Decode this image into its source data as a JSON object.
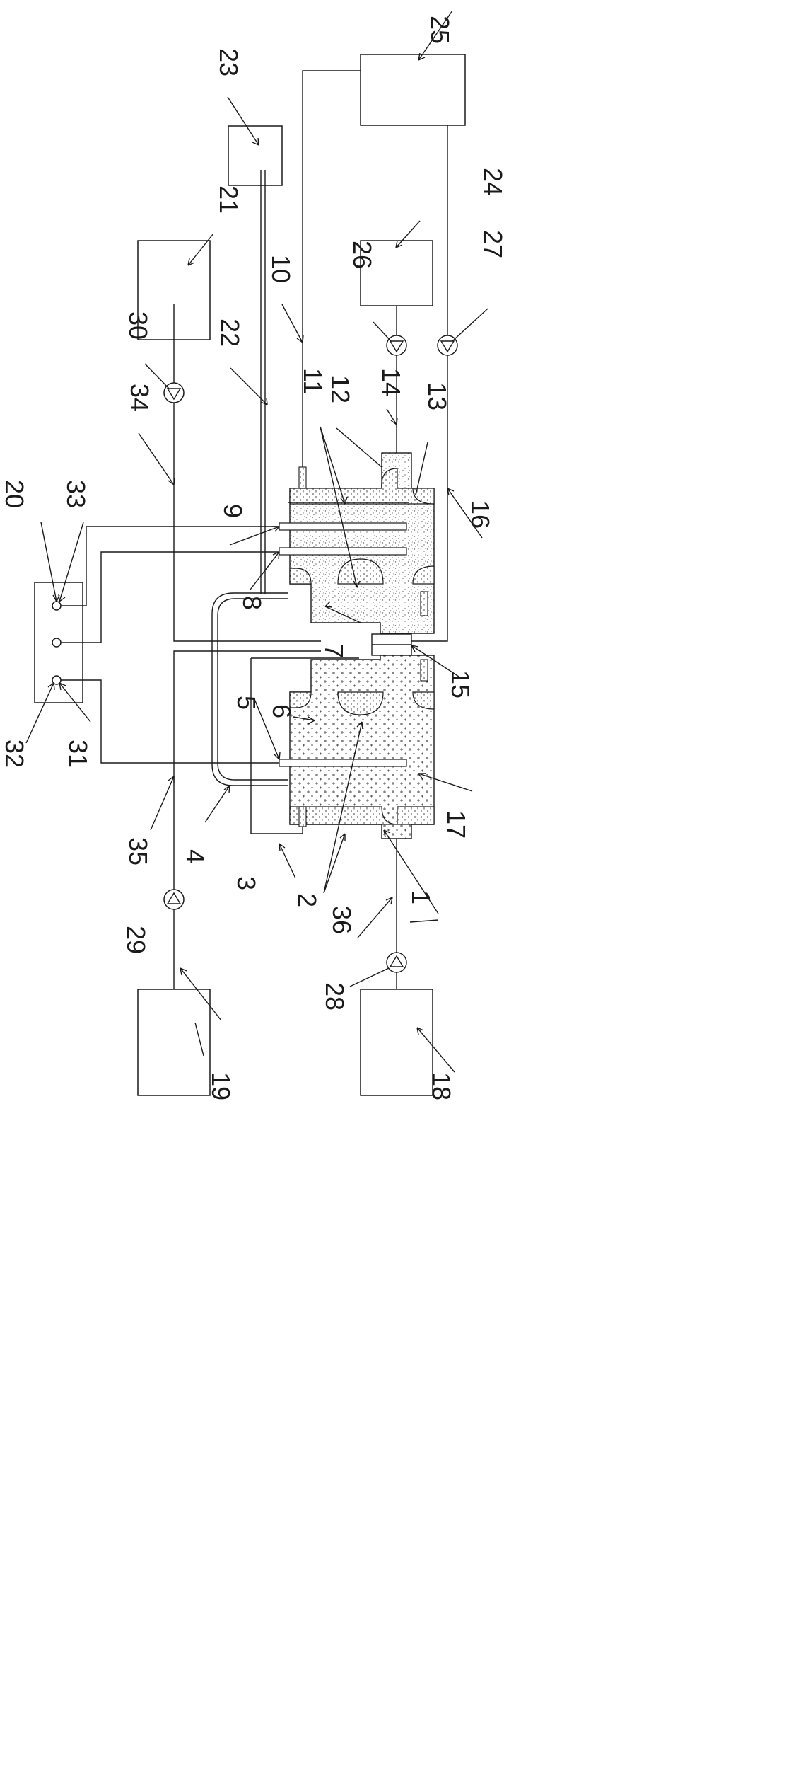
{
  "labels": {
    "n1": "1",
    "n2": "2",
    "n3": "3",
    "n4": "4",
    "n5": "5",
    "n6": "6",
    "n7": "7",
    "n8": "8",
    "n9": "9",
    "n10": "10",
    "n11": "11",
    "n12": "12",
    "n13": "13",
    "n14": "14",
    "n15": "15",
    "n16": "16",
    "n17": "17",
    "n18": "18",
    "n19": "19",
    "n20": "20",
    "n21": "21",
    "n22": "22",
    "n23": "23",
    "n24": "24",
    "n25": "25",
    "n26": "26",
    "n27": "27",
    "n28": "28",
    "n29": "29",
    "n30": "30",
    "n31": "31",
    "n32": "32",
    "n33": "33",
    "n34": "34",
    "n35": "35",
    "n36": "36"
  },
  "colors": {
    "line": "#1a1a1a",
    "background": "#ffffff"
  },
  "icons": {
    "pump": "pump-icon",
    "valve": "valve-icon",
    "meter_port": "meter-port-icon"
  }
}
